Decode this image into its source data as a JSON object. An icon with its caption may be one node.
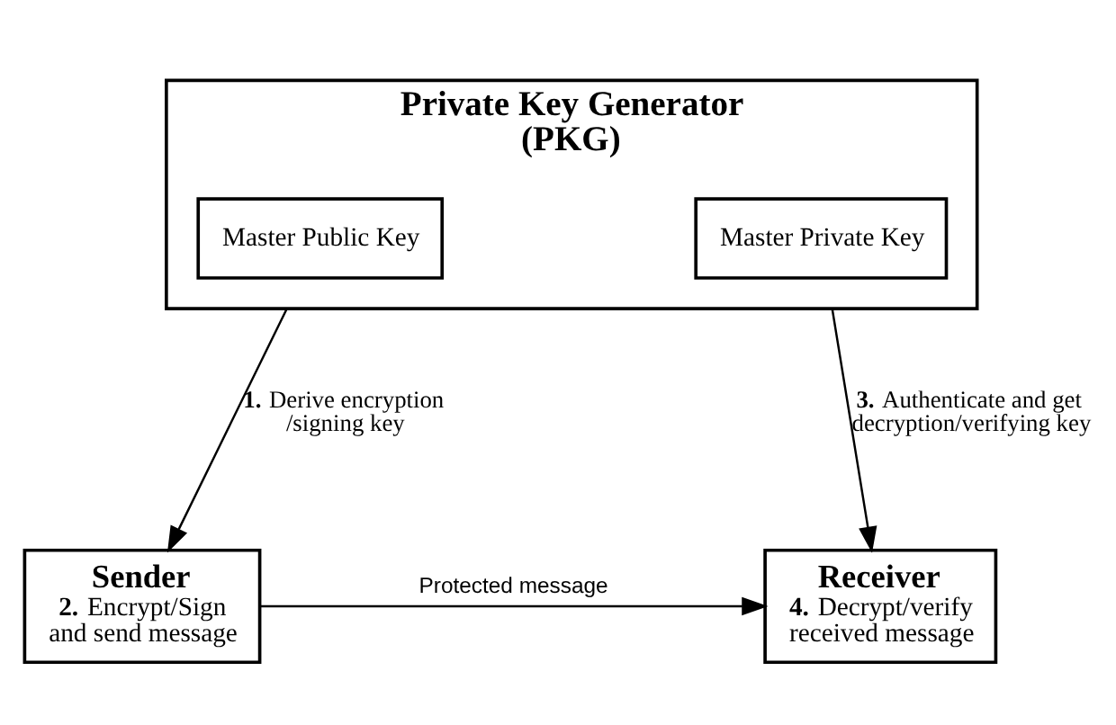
{
  "diagram": {
    "nodes": [
      {
        "text": [
          "Private Key Generator (PKG)"
        ]
      },
      {
        "text": [
          "Master Public Key"
        ],
        "in": 0
      },
      {
        "text": [
          "Master Private Key"
        ],
        "in": 0
      },
      {
        "text": [
          "Sender",
          "**2.** Encrypt/Sign and send message"
        ]
      },
      {
        "text": [
          "Receiver",
          "**4.** Decrypt/verify received message"
        ]
      }
    ],
    "edges": [
      {
        "from": 0,
        "to": 3,
        "arrow": "to",
        "label": "**1.** Derive encryption /signing key"
      },
      {
        "from": 0,
        "to": 4,
        "arrow": "to",
        "label": "**3.** Authenticate and get decryption/verifying key"
      },
      {
        "from": 3,
        "to": 4,
        "arrow": "to",
        "label": "Protected message"
      }
    ]
  }
}
